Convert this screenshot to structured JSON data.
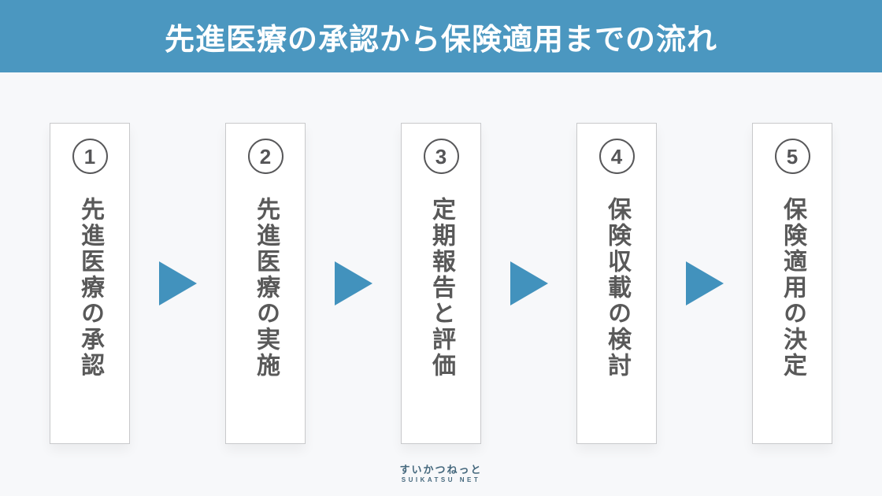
{
  "title": "先進医療の承認から保険適用までの流れ",
  "steps": [
    {
      "number": "1",
      "label": "先進医療の承認"
    },
    {
      "number": "2",
      "label": "先進医療の実施"
    },
    {
      "number": "3",
      "label": "定期報告と評価"
    },
    {
      "number": "4",
      "label": "保険収載の検討"
    },
    {
      "number": "5",
      "label": "保険適用の決定"
    }
  ],
  "footer": {
    "logo_jp": "すいかつねっと",
    "logo_en": "SUIKATSU NET"
  },
  "colors": {
    "header_bg": "#4b97c0",
    "arrow": "#4292bd",
    "step_text": "#595959",
    "background": "#f7f8fa",
    "logo": "#45687d"
  }
}
